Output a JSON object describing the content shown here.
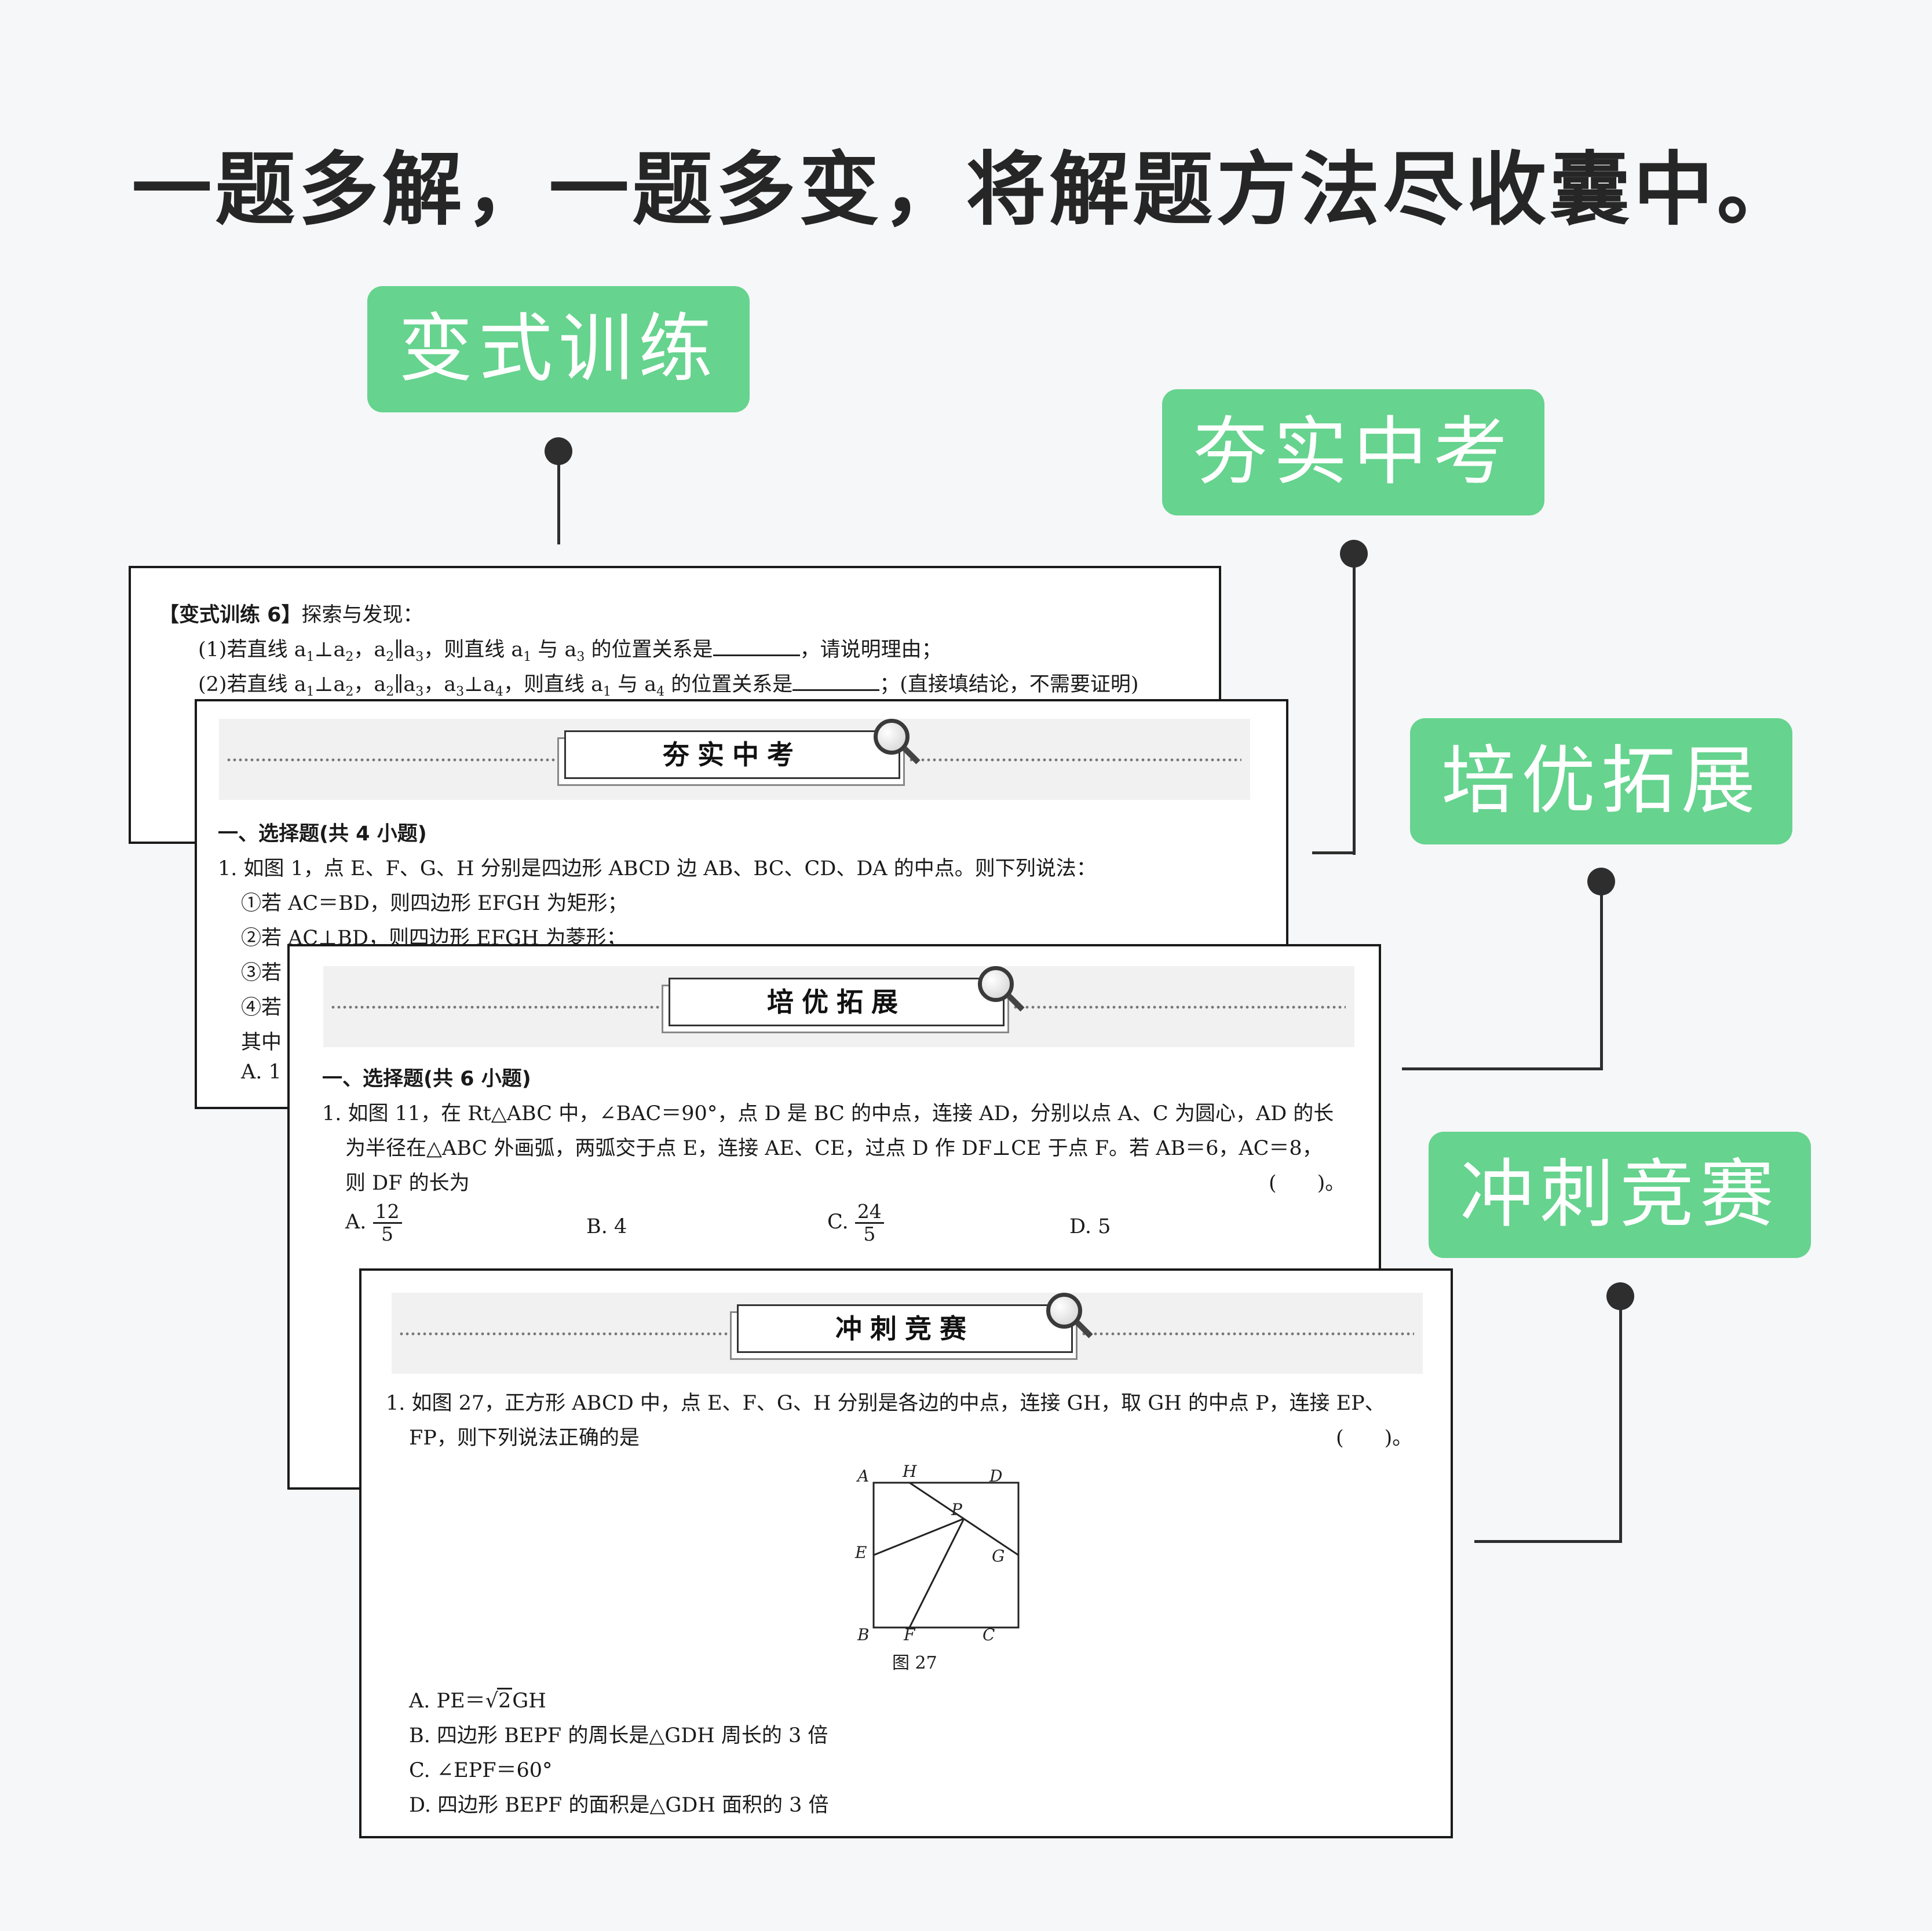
{
  "headline": "一题多解，一题多变，将解题方法尽收囊中。",
  "tags": {
    "bianshi": "变式训练",
    "hangshi": "夯实中考",
    "peiyou": "培优拓展",
    "chongci": "冲刺竞赛"
  },
  "card1": {
    "title": "【变式训练 6】",
    "title_rest": "探索与发现：",
    "line1_a": "(1)若直线 a",
    "line1_b": "⊥a",
    "line1_c": "，a",
    "line1_d": "∥a",
    "line1_e": "，则直线 a",
    "line1_f": " 与 a",
    "line1_g": " 的位置关系是",
    "line1_h": "，请说明理由；",
    "line2_a": "(2)若直线 a",
    "line2_b": "⊥a",
    "line2_c": "，a",
    "line2_d": "∥a",
    "line2_e": "，a",
    "line2_f": "⊥a",
    "line2_g": "，则直线 a",
    "line2_h": " 与 a",
    "line2_i": " 的位置关系是",
    "line2_j": "；(直接填结论，不需要证明)",
    "sub1": "1",
    "sub2": "2",
    "sub3": "3",
    "sub4": "4"
  },
  "card2": {
    "banner": "夯实中考",
    "section": "一、选择题(共 4 小题)",
    "q1": "1. 如图 1，点 E、F、G、H 分别是四边形 ABCD 边 AB、BC、CD、DA 的中点。则下列说法：",
    "opt1": "①若 AC＝BD，则四边形 EFGH 为矩形；",
    "opt2": "②若 AC⊥BD，则四边形 EFGH 为菱形；",
    "opt3": "③若",
    "opt4": "④若",
    "opt5": "其中",
    "opt6": "A. 1"
  },
  "card3": {
    "banner": "培优拓展",
    "section": "一、选择题(共 6 小题)",
    "q1_line1": "1. 如图 11，在 Rt△ABC 中，∠BAC＝90°，点 D 是 BC 的中点，连接 AD，分别以点 A、C 为圆心，AD 的长",
    "q1_line2": "为半径在△ABC 外画弧，两弧交于点 E，连接 AE、CE，过点 D 作 DF⊥CE 于点 F。若 AB＝6，AC＝8，",
    "q1_line3": "则 DF 的长为",
    "paren": "(　　)。",
    "optA": "A.",
    "optA_num": "12",
    "optA_den": "5",
    "optB": "B. 4",
    "optC": "C.",
    "optC_num": "24",
    "optC_den": "5",
    "optD": "D. 5"
  },
  "card4": {
    "banner": "冲刺竞赛",
    "q1_line1": "1. 如图 27，正方形 ABCD 中，点 E、F、G、H 分别是各边的中点，连接 GH，取 GH 的中点 P，连接 EP、",
    "q1_line2": "FP，则下列说法正确的是",
    "paren": "(　　)。",
    "fig_labels": {
      "A": "A",
      "H": "H",
      "D": "D",
      "P": "P",
      "E": "E",
      "G": "G",
      "B": "B",
      "F": "F",
      "C": "C"
    },
    "fig_caption": "图 27",
    "optA_a": "A. PE＝",
    "optA_rad": "2",
    "optA_b": "GH",
    "optA_sqrt": "√",
    "optB": "B. 四边形 BEPF 的周长是△GDH 周长的 3 倍",
    "optC": "C. ∠EPF＝60°",
    "optD": "D. 四边形 BEPF 的面积是△GDH 面积的 3 倍"
  }
}
